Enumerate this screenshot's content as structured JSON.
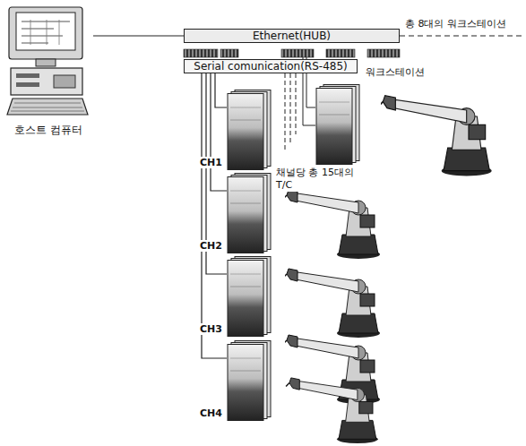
{
  "diagram": {
    "nodes": [
      {
        "text": [
          "호스트 컴퓨터"
        ]
      },
      {
        "text": [
          "Ethernet(HUB)"
        ]
      },
      {
        "text": [
          "Serial comunication(RS-485)"
        ]
      },
      {
        "text": [
          "CH1"
        ]
      },
      {
        "text": [
          "CH2"
        ]
      },
      {
        "text": [
          "CH3"
        ]
      },
      {
        "text": [
          "CH4"
        ]
      }
    ],
    "edges": [
      {
        "from": 0,
        "to": 1,
        "arrow": "none"
      },
      {
        "from": 2,
        "to": 3,
        "arrow": "none"
      },
      {
        "from": 2,
        "to": 4,
        "arrow": "none"
      },
      {
        "from": 2,
        "to": 5,
        "arrow": "none"
      },
      {
        "from": 2,
        "to": 6,
        "arrow": "none"
      }
    ],
    "labels": [
      "총 8대의 워크스테이션",
      "워크스테이션",
      "채널당 총 15대의 T/C"
    ]
  }
}
